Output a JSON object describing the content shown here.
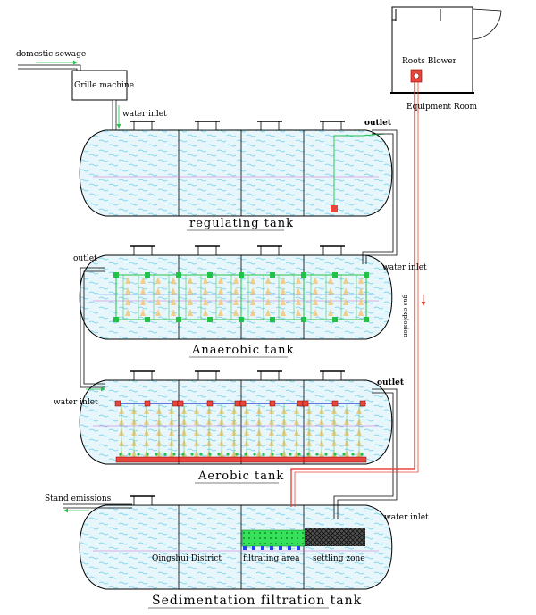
{
  "labels": {
    "domestic_sewage": "domestic sewage",
    "grille_machine": "Grille machine",
    "water_inlet_1": "water inlet",
    "outlet_1": "outlet",
    "roots_blower": "Roots Blower",
    "equipment_room": "Equipment Room",
    "regulating_tank": "regulating tank",
    "outlet_2": "outlet",
    "water_inlet_2": "water inlet",
    "gas_explosion": "gas explosion",
    "anaerobic_tank": "Anaerobic tank",
    "water_inlet_3": "water inlet",
    "outlet_3": "outlet",
    "aerobic_tank": "Aerobic tank",
    "stand_emissions": "Stand emissions",
    "water_inlet_4": "water inlet",
    "qingshui_district": "Qingshui District",
    "filtrating_area": "filtrating area",
    "settling_zone": "settling zone",
    "sedimentation_tank": "Sedimentation filtration tank"
  },
  "colors": {
    "water_fill": "#e6f6fb",
    "wave": "#6ccde6",
    "pipe_red": "#e8463c",
    "pipe_green": "#22c24a",
    "media_yellow": "#f2c777",
    "media_filter": "#36e25a",
    "settling_dark": "#333333"
  }
}
